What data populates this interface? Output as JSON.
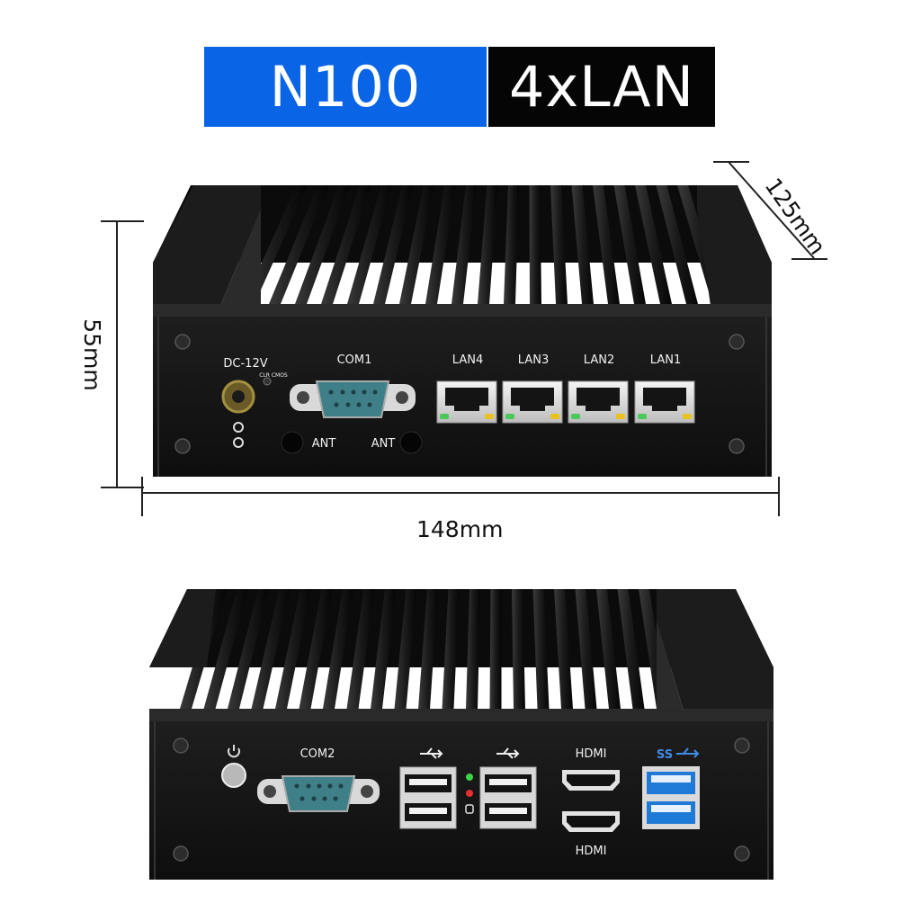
{
  "banner": {
    "model": "N100",
    "lan": "4xLAN"
  },
  "dimensions": {
    "height": "55mm",
    "width": "148mm",
    "depth": "125mm"
  },
  "front_panel": {
    "power_label": "DC-12V",
    "clr_cmos_label": "CLR CMOS",
    "com_label": "COM1",
    "ant_left": "ANT",
    "ant_right": "ANT",
    "lan_labels": [
      "LAN4",
      "LAN3",
      "LAN2",
      "LAN1"
    ]
  },
  "rear_panel": {
    "com_label": "COM2",
    "hdmi_top": "HDMI",
    "hdmi_bottom": "HDMI",
    "usb3_label": "SS"
  },
  "colors": {
    "banner_blue": "#0a64e6",
    "banner_black": "#050505",
    "chassis": "#151515",
    "db9_teal": "#3e7f88",
    "usb3_blue": "#1e7ad6"
  }
}
